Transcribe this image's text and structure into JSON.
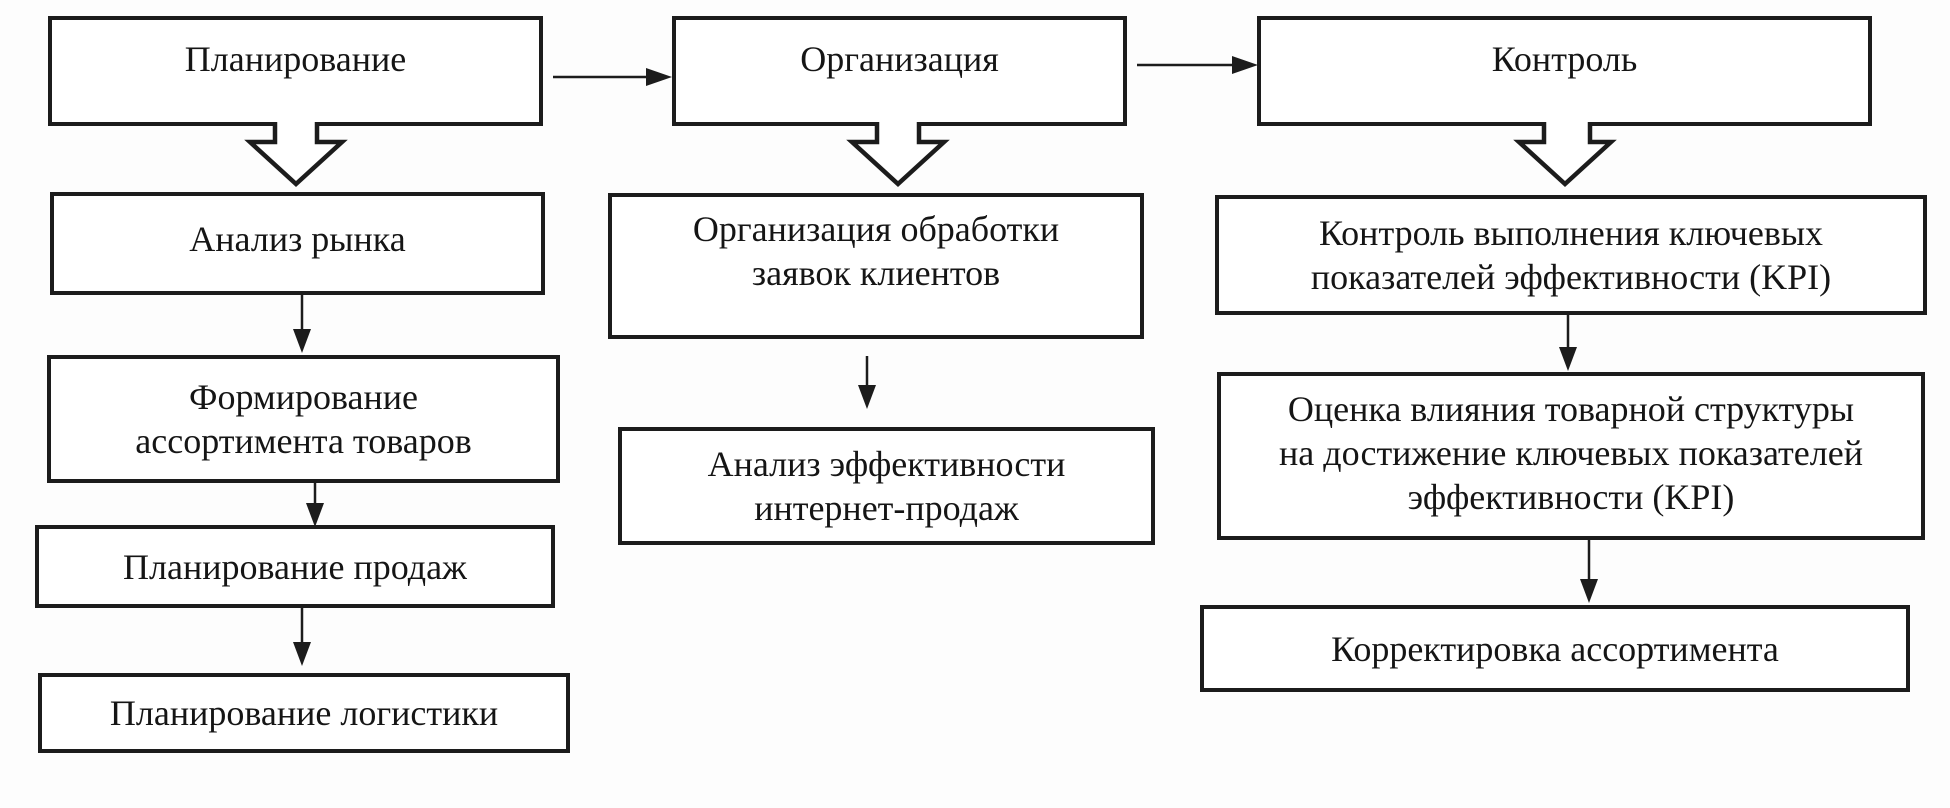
{
  "diagram": {
    "columns": [
      {
        "header": "Планирование",
        "steps": [
          {
            "lines": [
              "Анализ рынка"
            ]
          },
          {
            "lines": [
              "Формирование",
              "ассортимента товаров"
            ]
          },
          {
            "lines": [
              "Планирование продаж"
            ]
          },
          {
            "lines": [
              "Планирование логистики"
            ]
          }
        ]
      },
      {
        "header": "Организация",
        "steps": [
          {
            "lines": [
              "Организация обработки",
              "заявок клиентов"
            ]
          },
          {
            "lines": [
              "Анализ эффективности",
              "интернет-продаж"
            ]
          }
        ]
      },
      {
        "header": "Контроль",
        "steps": [
          {
            "lines": [
              "Контроль выполнения ключевых",
              "показателей эффективности (KPI)"
            ]
          },
          {
            "lines": [
              "Оценка влияния товарной структуры",
              "на достижение ключевых показателей",
              "эффективности (KPI)"
            ]
          },
          {
            "lines": [
              "Корректировка ассортимента"
            ]
          }
        ]
      }
    ],
    "colors": {
      "line": "#1c1c1c",
      "box_fill": "#ffffff",
      "background": "#fdfdfd",
      "text": "#151515"
    }
  }
}
